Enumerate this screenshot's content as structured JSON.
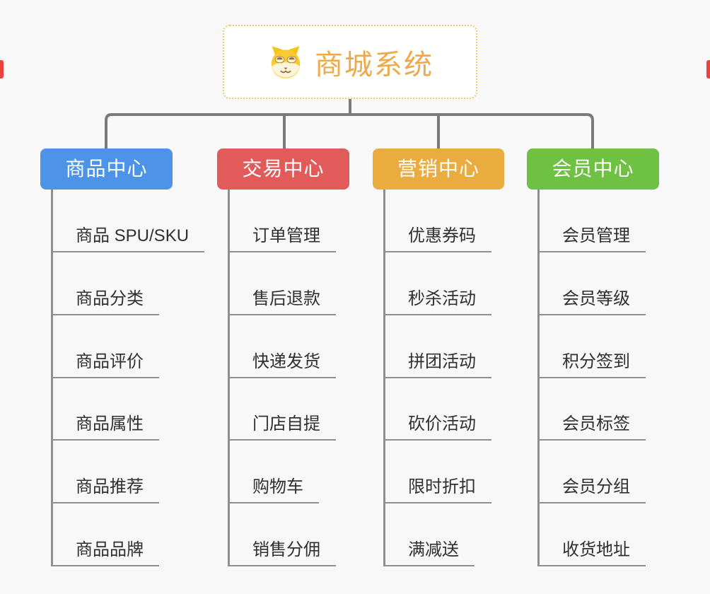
{
  "canvas": {
    "background": "#f8f8f8"
  },
  "root": {
    "title": "商城系统",
    "title_color": "#efa94a",
    "border_color": "#f3c772",
    "icon": "dog-face-icon"
  },
  "connector_color": "#7a7a7a",
  "underline_color": "#8f8f8f",
  "item_text_color": "#2f2f2f",
  "edge_marker_color": "#e8433e",
  "branches": [
    {
      "id": "product-center",
      "label": "商品中心",
      "color": "#4d93e8",
      "children": [
        "商品 SPU/SKU",
        "商品分类",
        "商品评价",
        "商品属性",
        "商品推荐",
        "商品品牌"
      ]
    },
    {
      "id": "trade-center",
      "label": "交易中心",
      "color": "#e25b5b",
      "children": [
        "订单管理",
        "售后退款",
        "快递发货",
        "门店自提",
        "购物车",
        "销售分佣"
      ]
    },
    {
      "id": "marketing-center",
      "label": "营销中心",
      "color": "#ebac3f",
      "children": [
        "优惠券码",
        "秒杀活动",
        "拼团活动",
        "砍价活动",
        "限时折扣",
        "满减送"
      ]
    },
    {
      "id": "member-center",
      "label": "会员中心",
      "color": "#6fc144",
      "children": [
        "会员管理",
        "会员等级",
        "积分签到",
        "会员标签",
        "会员分组",
        "收货地址"
      ]
    }
  ]
}
